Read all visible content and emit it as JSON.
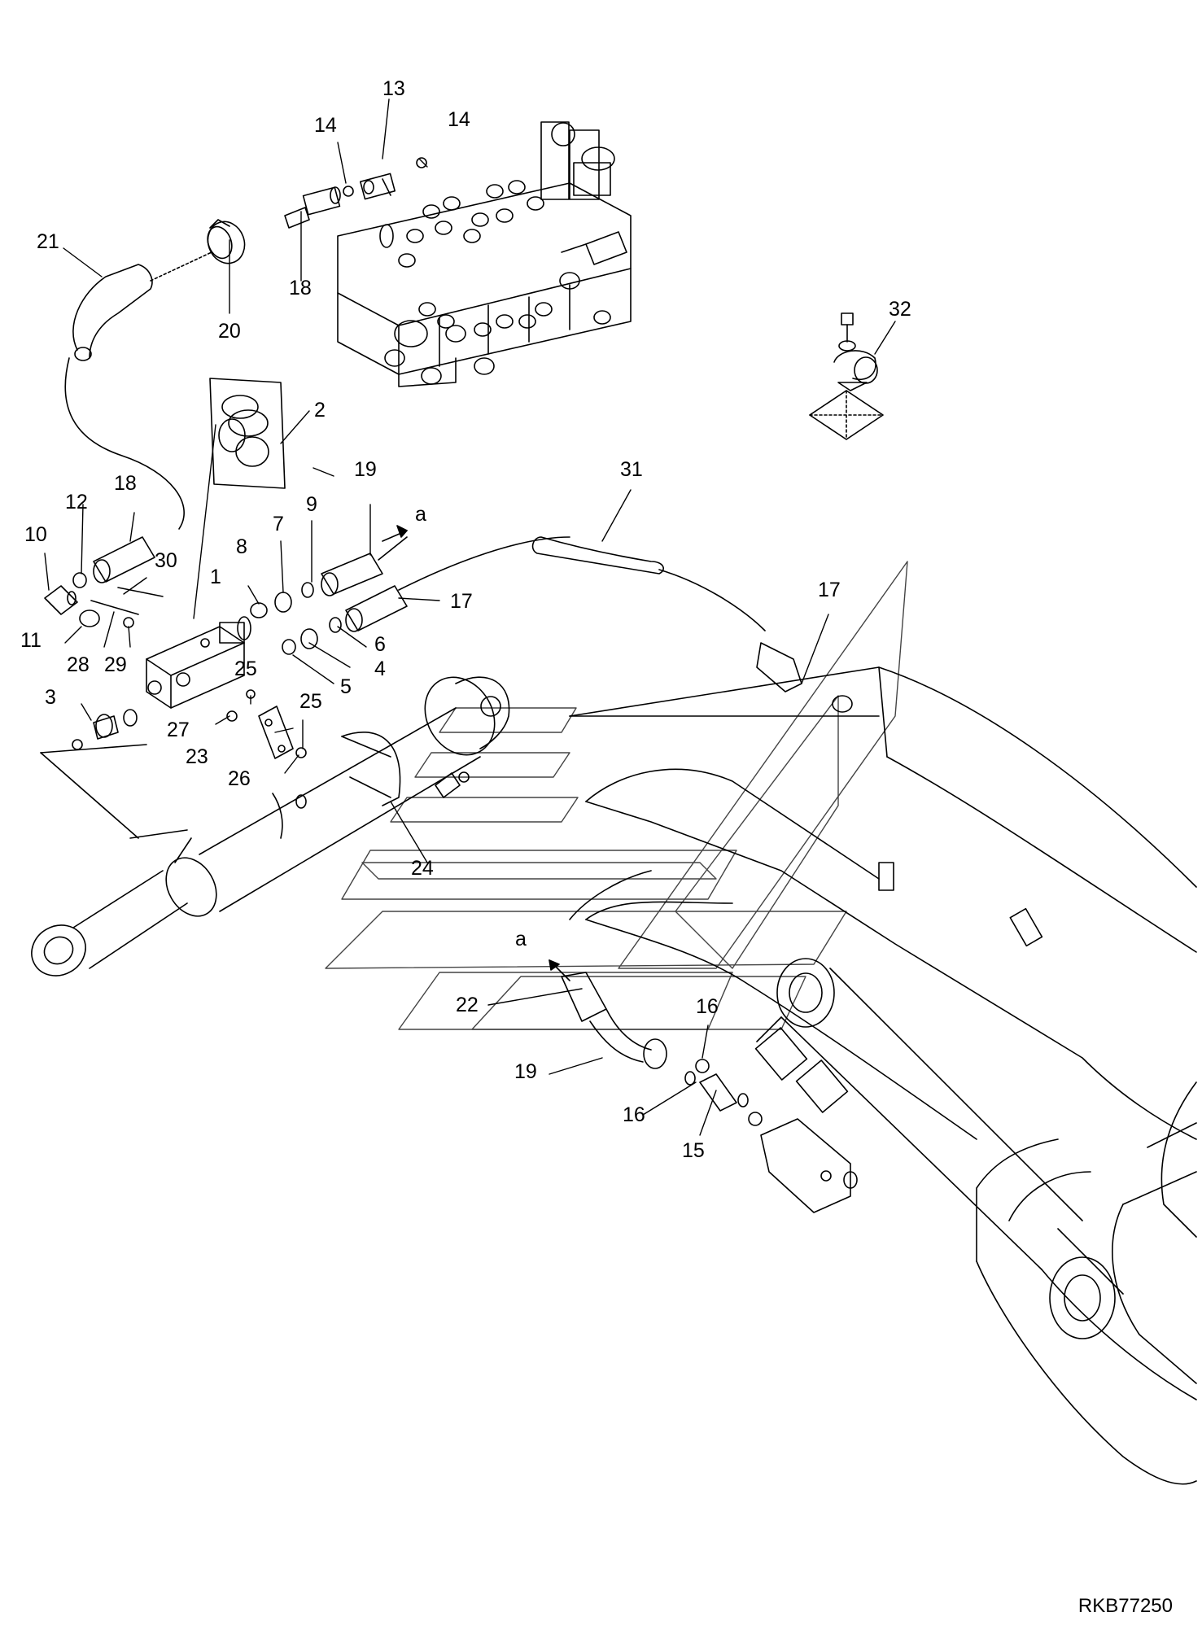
{
  "reference": "RKB77250",
  "colors": {
    "line": "#000000",
    "watermark": "#444444",
    "background": "#ffffff"
  },
  "callouts": {
    "c1": "1",
    "c2": "2",
    "c3": "3",
    "c4": "4",
    "c5": "5",
    "c6": "6",
    "c7": "7",
    "c8": "8",
    "c9": "9",
    "c10": "10",
    "c11": "11",
    "c12": "12",
    "c13": "13",
    "c14a": "14",
    "c14b": "14",
    "c15": "15",
    "c16a": "16",
    "c16b": "16",
    "c17a": "17",
    "c17b": "17",
    "c18a": "18",
    "c18b": "18",
    "c19a": "19",
    "c19b": "19",
    "c20": "20",
    "c21": "21",
    "c22": "22",
    "c23": "23",
    "c24": "24",
    "c25a": "25",
    "c25b": "25",
    "c26": "26",
    "c27": "27",
    "c28": "28",
    "c29": "29",
    "c30": "30",
    "c31": "31",
    "c32": "32",
    "ca1": "a",
    "ca2": "a"
  }
}
